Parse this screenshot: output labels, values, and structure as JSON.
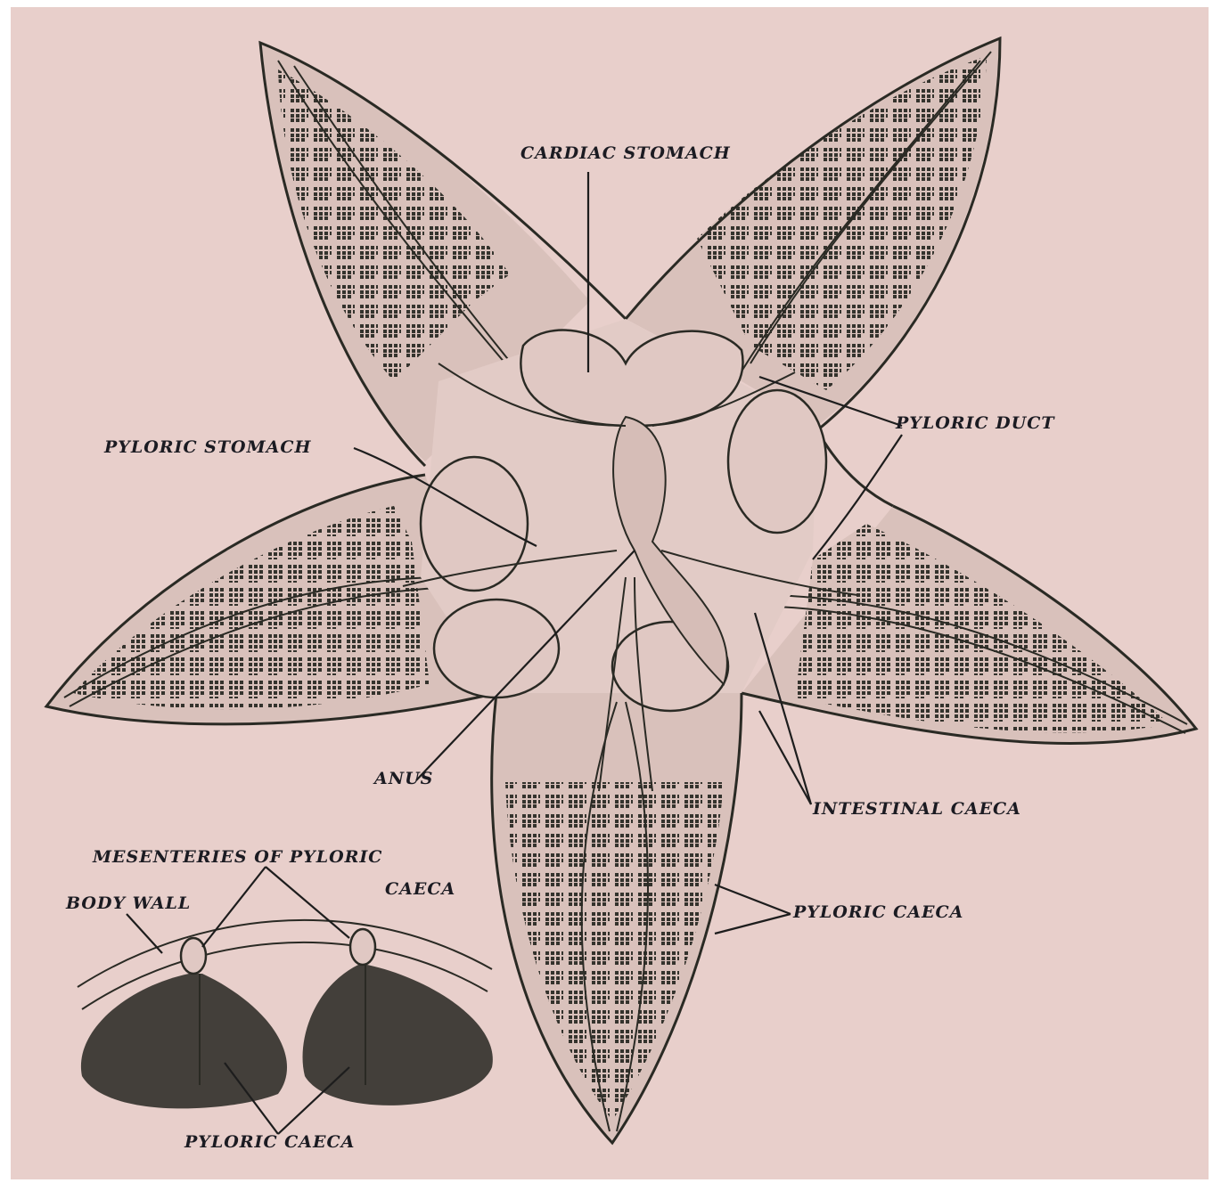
{
  "labels": {
    "cardiac_stomach": "CARDIAC STOMACH",
    "pyloric_duct": "PYLORIC DUCT",
    "pyloric_stomach": "PYLORIC STOMACH",
    "anus": "ANUS",
    "intestinal_caeca": "INTESTINAL CAECA",
    "pyloric_caeca": "PYLORIC CAECA",
    "mesenteries_of_pyloric_caeca_line1": "MESENTERIES OF PYLORIC",
    "mesenteries_of_pyloric_caeca_line2": "CAECA",
    "body_wall": "BODY WALL",
    "pyloric_caeca_bottom": "PYLORIC CAECA"
  },
  "colors": {
    "paper": "#e8cfcb",
    "ink": "#2a2a24",
    "label_ink": "#1b1b22"
  }
}
